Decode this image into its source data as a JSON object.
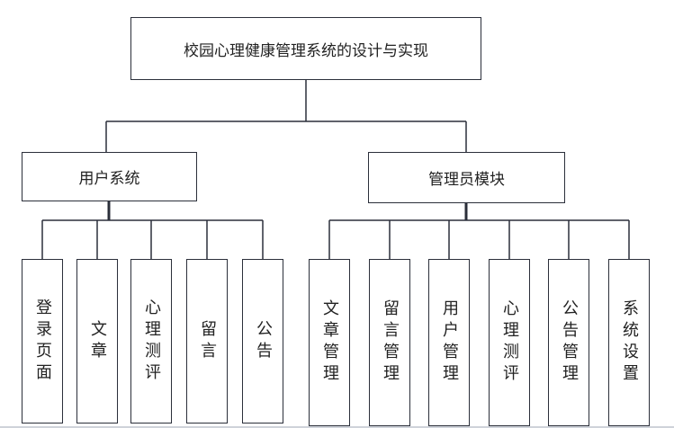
{
  "title": "校园心理健康管理系统的设计与实现",
  "branches": [
    {
      "label": "用户系统",
      "children": [
        "登录页面",
        "文章",
        "心理测评",
        "留言",
        "公告"
      ]
    },
    {
      "label": "管理员模块",
      "children": [
        "文章管理",
        "留言管理",
        "用户管理",
        "心理测评",
        "公告管理",
        "系统设置"
      ]
    }
  ]
}
